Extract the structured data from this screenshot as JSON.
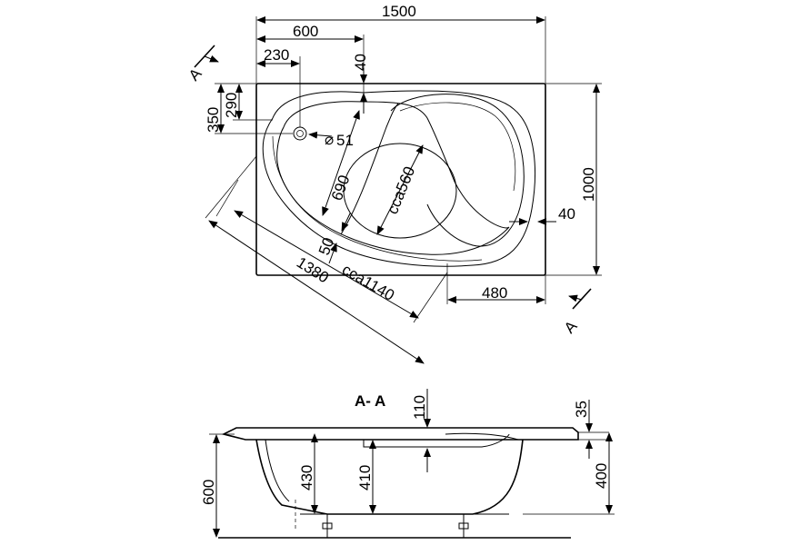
{
  "top_view": {
    "width_label": "1500",
    "dim_600": "600",
    "dim_230": "230",
    "dim_40_top": "40",
    "dim_350": "350",
    "dim_290": "290",
    "overflow_label": "51",
    "overflow_symbol": "⌀",
    "depth_label": "1000",
    "dim_690": "690",
    "cca560": "cca560",
    "dim_40_right": "40",
    "dim_50": "50",
    "dim_480": "480",
    "cca1140": "cca1140",
    "dim_1380": "1380",
    "section_marker": "A"
  },
  "section_view": {
    "title": "A- A",
    "dim_110": "110",
    "dim_35": "35",
    "dim_600": "600",
    "dim_430": "430",
    "dim_410": "410",
    "dim_400": "400"
  }
}
